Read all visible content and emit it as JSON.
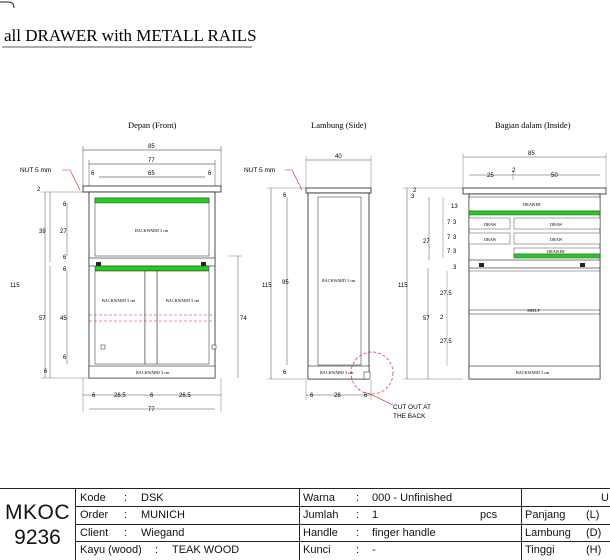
{
  "title": "all DRAWER with METALL RAILS",
  "views": {
    "front": {
      "title": "Depan (Front)",
      "nut_note": "NUT 5 mm",
      "backward_top": "BACKWARD 3 cm",
      "backward_left": "BACKWARD 3 cm",
      "backward_right": "BACKWARD 3 cm",
      "backward_bottom": "BACKWARD 3 cm",
      "dims": {
        "overall_width": "85",
        "inner_width": "77",
        "rail_width": "65",
        "bottom_left": "26.5",
        "bottom_right": "26.5",
        "bottom_overall": "77",
        "height_total": "115",
        "upper_outer": "39",
        "upper_inner": "27",
        "lower_outer": "57",
        "lower_inner": "45",
        "right_side": "74",
        "top_gap": "2",
        "small_a": "6",
        "small_b": "6",
        "small_c": "6",
        "small_d": "6",
        "small_e": "6",
        "small_f": "6",
        "small_g": "6",
        "small_h": "6",
        "small_i": "6"
      }
    },
    "side": {
      "title": "Lambung (Side)",
      "nut_note": "NUT 5 mm",
      "backward_center": "BACKWARD 3 cm",
      "backward_bottom": "BACKWARD 3 cm",
      "cutout_note_1": "CUT OUT AT",
      "cutout_note_2": "THE BACK",
      "dims": {
        "top_width": "40",
        "height_total": "115",
        "height_inner": "95",
        "bottom_depth": "28",
        "bottom_left": "6",
        "bottom_right": "6",
        "small_top": "6",
        "small_bottom": "6"
      }
    },
    "inside": {
      "title": "Bagian dalam (Inside)",
      "drawer_label": "DRAWER",
      "shelf_label": "SHELF",
      "drawer_small_1": "DRAW",
      "drawer_small_2": "DRAW",
      "drawer_small_3": "DRAW",
      "drawer_small_4": "DRAW",
      "drawer_small_5": "DRAWER",
      "backward_bottom": "BACKWARD 3 cm",
      "dims": {
        "overall_width": "85",
        "left_part": "25",
        "mid_gap": "2",
        "right_part": "50",
        "height_total": "115",
        "upper_outer": "27",
        "lower_outer": "57",
        "lower_a": "27.5",
        "lower_b": "2",
        "lower_c": "27.5",
        "top_small": "3",
        "top_gap": "2",
        "d1": "13",
        "d2": "7",
        "d3": "3",
        "d4": "7",
        "d5": "3",
        "d6": "7",
        "d7": "3",
        "d8": "3"
      }
    }
  },
  "title_block": {
    "code_line1": "MKOC",
    "code_line2": "9236",
    "col1": [
      {
        "label": "Kode",
        "sep": ":",
        "value": "DSK"
      },
      {
        "label": "Order",
        "sep": ":",
        "value": "MUNICH"
      },
      {
        "label": "Client",
        "sep": ":",
        "value": "Wiegand"
      },
      {
        "label": "Kayu (wood)",
        "sep": ":",
        "value": "TEAK WOOD"
      }
    ],
    "col2": [
      {
        "label": "Warna",
        "sep": ":",
        "value": "000 - Unfinished"
      },
      {
        "label": "Jumlah",
        "sep": ":",
        "value": "1",
        "unit": "pcs"
      },
      {
        "label": "Handle",
        "sep": ":",
        "value": "finger handle"
      },
      {
        "label": "Kunci",
        "sep": ":",
        "value": "-"
      }
    ],
    "col3": [
      {
        "label": "U",
        "code": ""
      },
      {
        "label": "Panjang",
        "code": "(L)"
      },
      {
        "label": "Lambung",
        "code": "(D)"
      },
      {
        "label": "Tinggi",
        "code": "(H)"
      }
    ]
  },
  "colors": {
    "rail_green": "#22cc22",
    "cutout_red": "#e02020",
    "line": "#222222"
  }
}
